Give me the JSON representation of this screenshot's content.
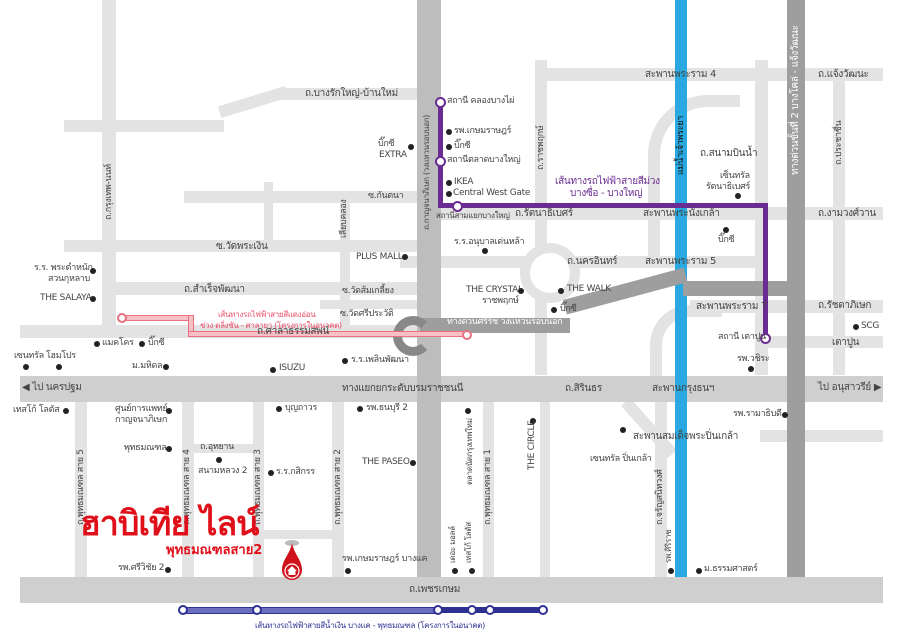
{
  "colors": {
    "purple_line": "#6a2c91",
    "pink_line": "#e8707f",
    "blue_line": "#2e3192",
    "river": "#29a9e0",
    "brand_red": "#e0101a",
    "expressway": "#9e9e9e"
  },
  "roads": {
    "bangrak": "ถ.บางรักใหญ่-บ้านใหม่",
    "kanchana": "ถ.กาญจนาภิเษก (วงแหวนรอบนอก)",
    "krungthep_non": "ถ.กรุงเทพ-นนท์",
    "kantana": "ซ.กันตนา",
    "siankhlong": "เลียบคลอง",
    "wat_phra_ngoen": "ซ.วัดพระเงิน",
    "samret": "ถ.สำเร็จพัฒนา",
    "wat_som": "ซ.วัดส้มเกลี้ยง",
    "wat_si": "ซ.วัดศรีประวัติ",
    "sala": "ถ.ศาลาธรรมสพน์",
    "rama4": "สะพานพระราม 4",
    "jaeng": "ถ.แจ้งวัฒนะ",
    "ratchaphruek": "ถ.ราชพฤกษ์",
    "river": "แม่น้ำเจ้าพระยา",
    "expressway2": "ทางด่วนขั้นที่ 2 บางโคล่ - แจ้งวัฒนะ",
    "prachachuen": "ถ.ประชาชื่น",
    "sanambin": "ถ.สนามบินน้ำ",
    "rattanathibet": "ถ.รัตนาธิเบศร์",
    "nonthaburi_bridge": "สะพานพระนั่งเกล้า",
    "ngamwong": "ถ.งามวงศ์วาน",
    "nakhon_in": "ถ.นครอินทร์",
    "rama5": "สะพานพระราม 5",
    "rama7": "สะพานพระราม 7",
    "ratchada": "ถ.รัชดาภิเษก",
    "taopoon": "เตาปูน",
    "sirat": "ทางด่วนศรีรัช วงแหวนรอบนอก",
    "interchange": "ทางแยกยกระดับบรมราชชนนี",
    "sirindhorn": "ถ.สิรินธร",
    "krungthon": "สะพานกรุงธนฯ",
    "to_nakhon_pathom": "ไป นครปฐม",
    "to_victory": "ไป อนุสาวรีย์",
    "pinklao_bridge": "สะพานสมเด็จพระปิ่นเกล้า",
    "utthayan": "ถ.อุทยาน",
    "pm5": "ถ.พุทธมณฑล สาย 5",
    "pm4": "ถ.พุทธมณฑล สาย 4",
    "pm3": "ถ.พุทธมณฑล สาย 3",
    "pm2": "ถ.พุทธมณฑล สาย 2",
    "pm1": "ถ.พุทธมณฑล สาย 1",
    "charan": "ถ.จรัญสนิทวงศ์",
    "phetkasem": "ถ.เพชรเกษม"
  },
  "places": {
    "bigc_extra": "บิ๊กซี",
    "extra": "EXTRA",
    "st_khlong": "สถานี คลองบางไผ่",
    "kasem": "รพ.เกษมราษฎร์",
    "bigc1": "บิ๊กซี",
    "st_talad": "สถานีตลาดบางใหญ่",
    "ikea": "IKEA",
    "cwg": "Central West Gate",
    "st_yaek": "สถานีสามแยกบางใหญ่",
    "central_rattana": "เซ็นทรัล",
    "central_rattana2": "รัตนาธิเบศร์",
    "bigc2": "บิ๊กซี",
    "anuban": "ร.ร.อนุบาลเด่นหล้า",
    "plus_mall": "PLUS MALL",
    "crystal": "THE CRYSTAL",
    "crystal2": "ราชพฤกษ์",
    "walk": "THE WALK",
    "bigc3": "บิ๊กซี",
    "st_taopoon": "สถานี เตาปูน",
    "vajira": "รพ.วชิระ",
    "scg": "SCG",
    "rr_phra": "ร.ร. พระตำหนัก",
    "rr_phra2": "สวนกุหลาบ",
    "salaya": "THE SALAYA",
    "makro": "แมคโคร",
    "bigc4": "บิ๊กซี",
    "mahidol": "ม.มหิดล",
    "central": "เซนทรัล",
    "homepro": "โฮมโปร",
    "isuzu": "ISUZU",
    "rr_phloen": "ร.ร.เพลินพัฒนา",
    "tesco": "เทสโก้ โลตัส",
    "medical": "ศูนย์การแพทย์",
    "medical2": "กาญจนาภิเษก",
    "bunyawat": "บุญถาวร",
    "thonburi2": "รพ.ธนบุรี 2",
    "phutthamonthon": "พุทธมณฑล",
    "sanamluang2": "สนามหลวง 2",
    "kasikorn": "ร.ร.กสิกรร",
    "paseo": "THE PASEO",
    "talad_new": "ตลาดนัดกรุงเทพใหม่",
    "circle": "THE CIRCLE",
    "central_pinklao": "เซนทรัล ปิ่นเกล้า",
    "ramkhamhaeng": "รพ.รามาธิบดี",
    "siwichai": "รพ.ศรีวิชัย 2",
    "kasem_bangkae": "รพ.เกษมราษฎร์ บางแค",
    "the_mall": "เดอะ มอลล์",
    "tesco2": "เทสโก้ โลตัส",
    "siriraj": "รพ.ศิริราช",
    "thammasat": "ม.ธรรมศาสตร์"
  },
  "lines": {
    "purple": "เส้นทางรถไฟฟ้าสายสีม่วง",
    "purple2": "บางซื่อ - บางใหญ่",
    "pink": "เส้นทางรถไฟฟ้าสายสีแดงอ่อน",
    "pink2": "ช่วง ตลิ่งชัน - ศาลายา (โครงการในอนาคต)",
    "blue": "เส้นทางรถไฟฟ้าสายสีน้ำเงิน บางแค - พุทธมณฑล (โครงการในอนาคต)"
  },
  "brand": {
    "name": "ฮาบิเทีย ไลน์",
    "sub": "พุทธมณฑลสาย2",
    "icon": "home-pin-icon"
  }
}
